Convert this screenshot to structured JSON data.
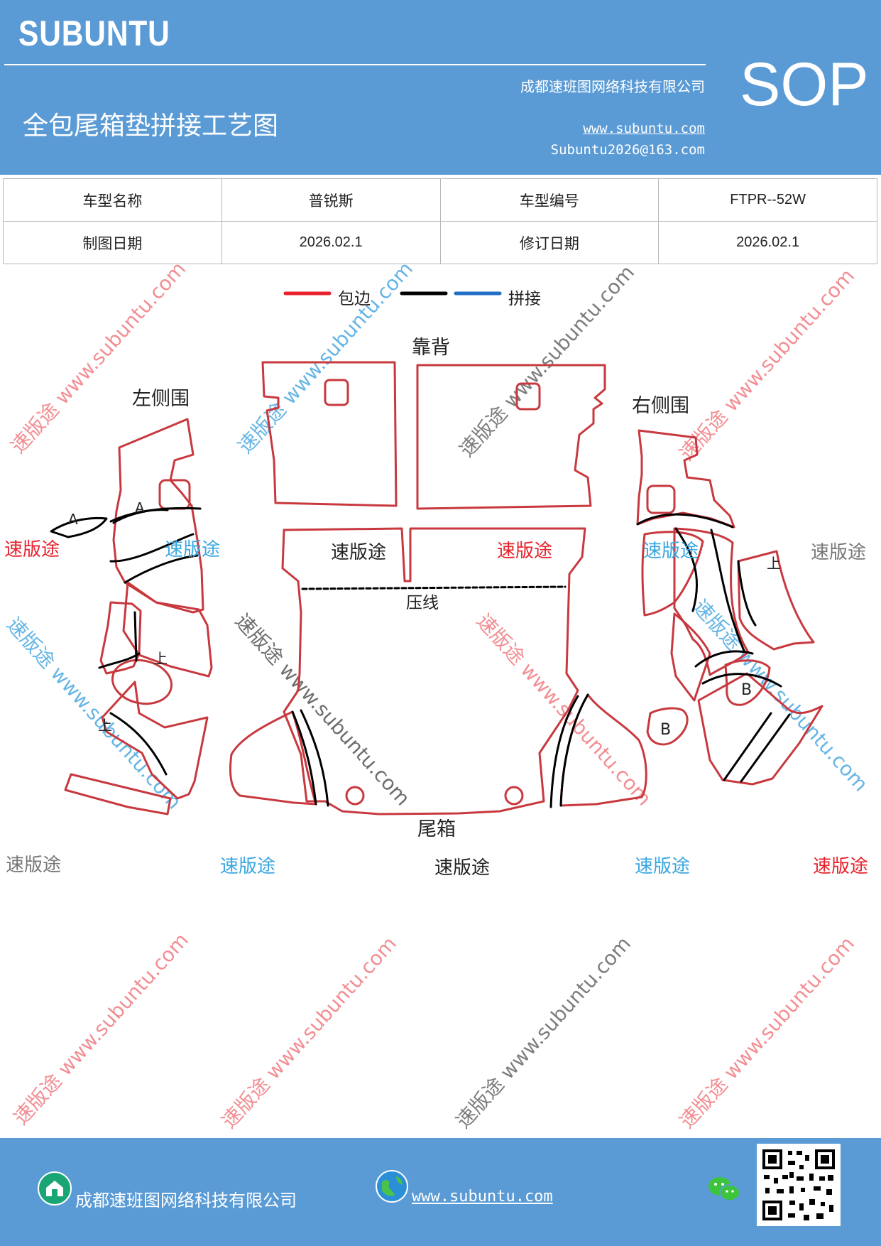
{
  "header": {
    "brand": "SUBUNTU",
    "company": "成都速班图网络科技有限公司",
    "title": "全包尾箱垫拼接工艺图",
    "website": "www.subuntu.com",
    "email": "Subuntu2026@163.com",
    "sop": "SOP"
  },
  "info": {
    "model_name_label": "车型名称",
    "model_name": "普锐斯",
    "model_code_label": "车型编号",
    "model_code": "FTPR--52W",
    "draw_date_label": "制图日期",
    "draw_date": "2026.02.1",
    "revise_date_label": "修订日期",
    "revise_date": "2026.02.1"
  },
  "legend": {
    "hem": "包边",
    "splice": "拼接"
  },
  "colors": {
    "header_bg": "#5b9bd5",
    "hem": "#e8222c",
    "edge": "#000000",
    "splice": "#1f6fc4",
    "outline": "#c8393f"
  },
  "diagram": {
    "back_label": "靠背",
    "left_label": "左侧围",
    "right_label": "右侧围",
    "trunk_label": "尾箱",
    "press_label": "压线",
    "mark_a": "A",
    "mark_b": "B",
    "mark_up": "上"
  },
  "watermark": {
    "brand": "速版途",
    "url_line": "速版途 www.subuntu.com"
  },
  "footer": {
    "company": "成都速班图网络科技有限公司",
    "website": "www.subuntu.com"
  }
}
